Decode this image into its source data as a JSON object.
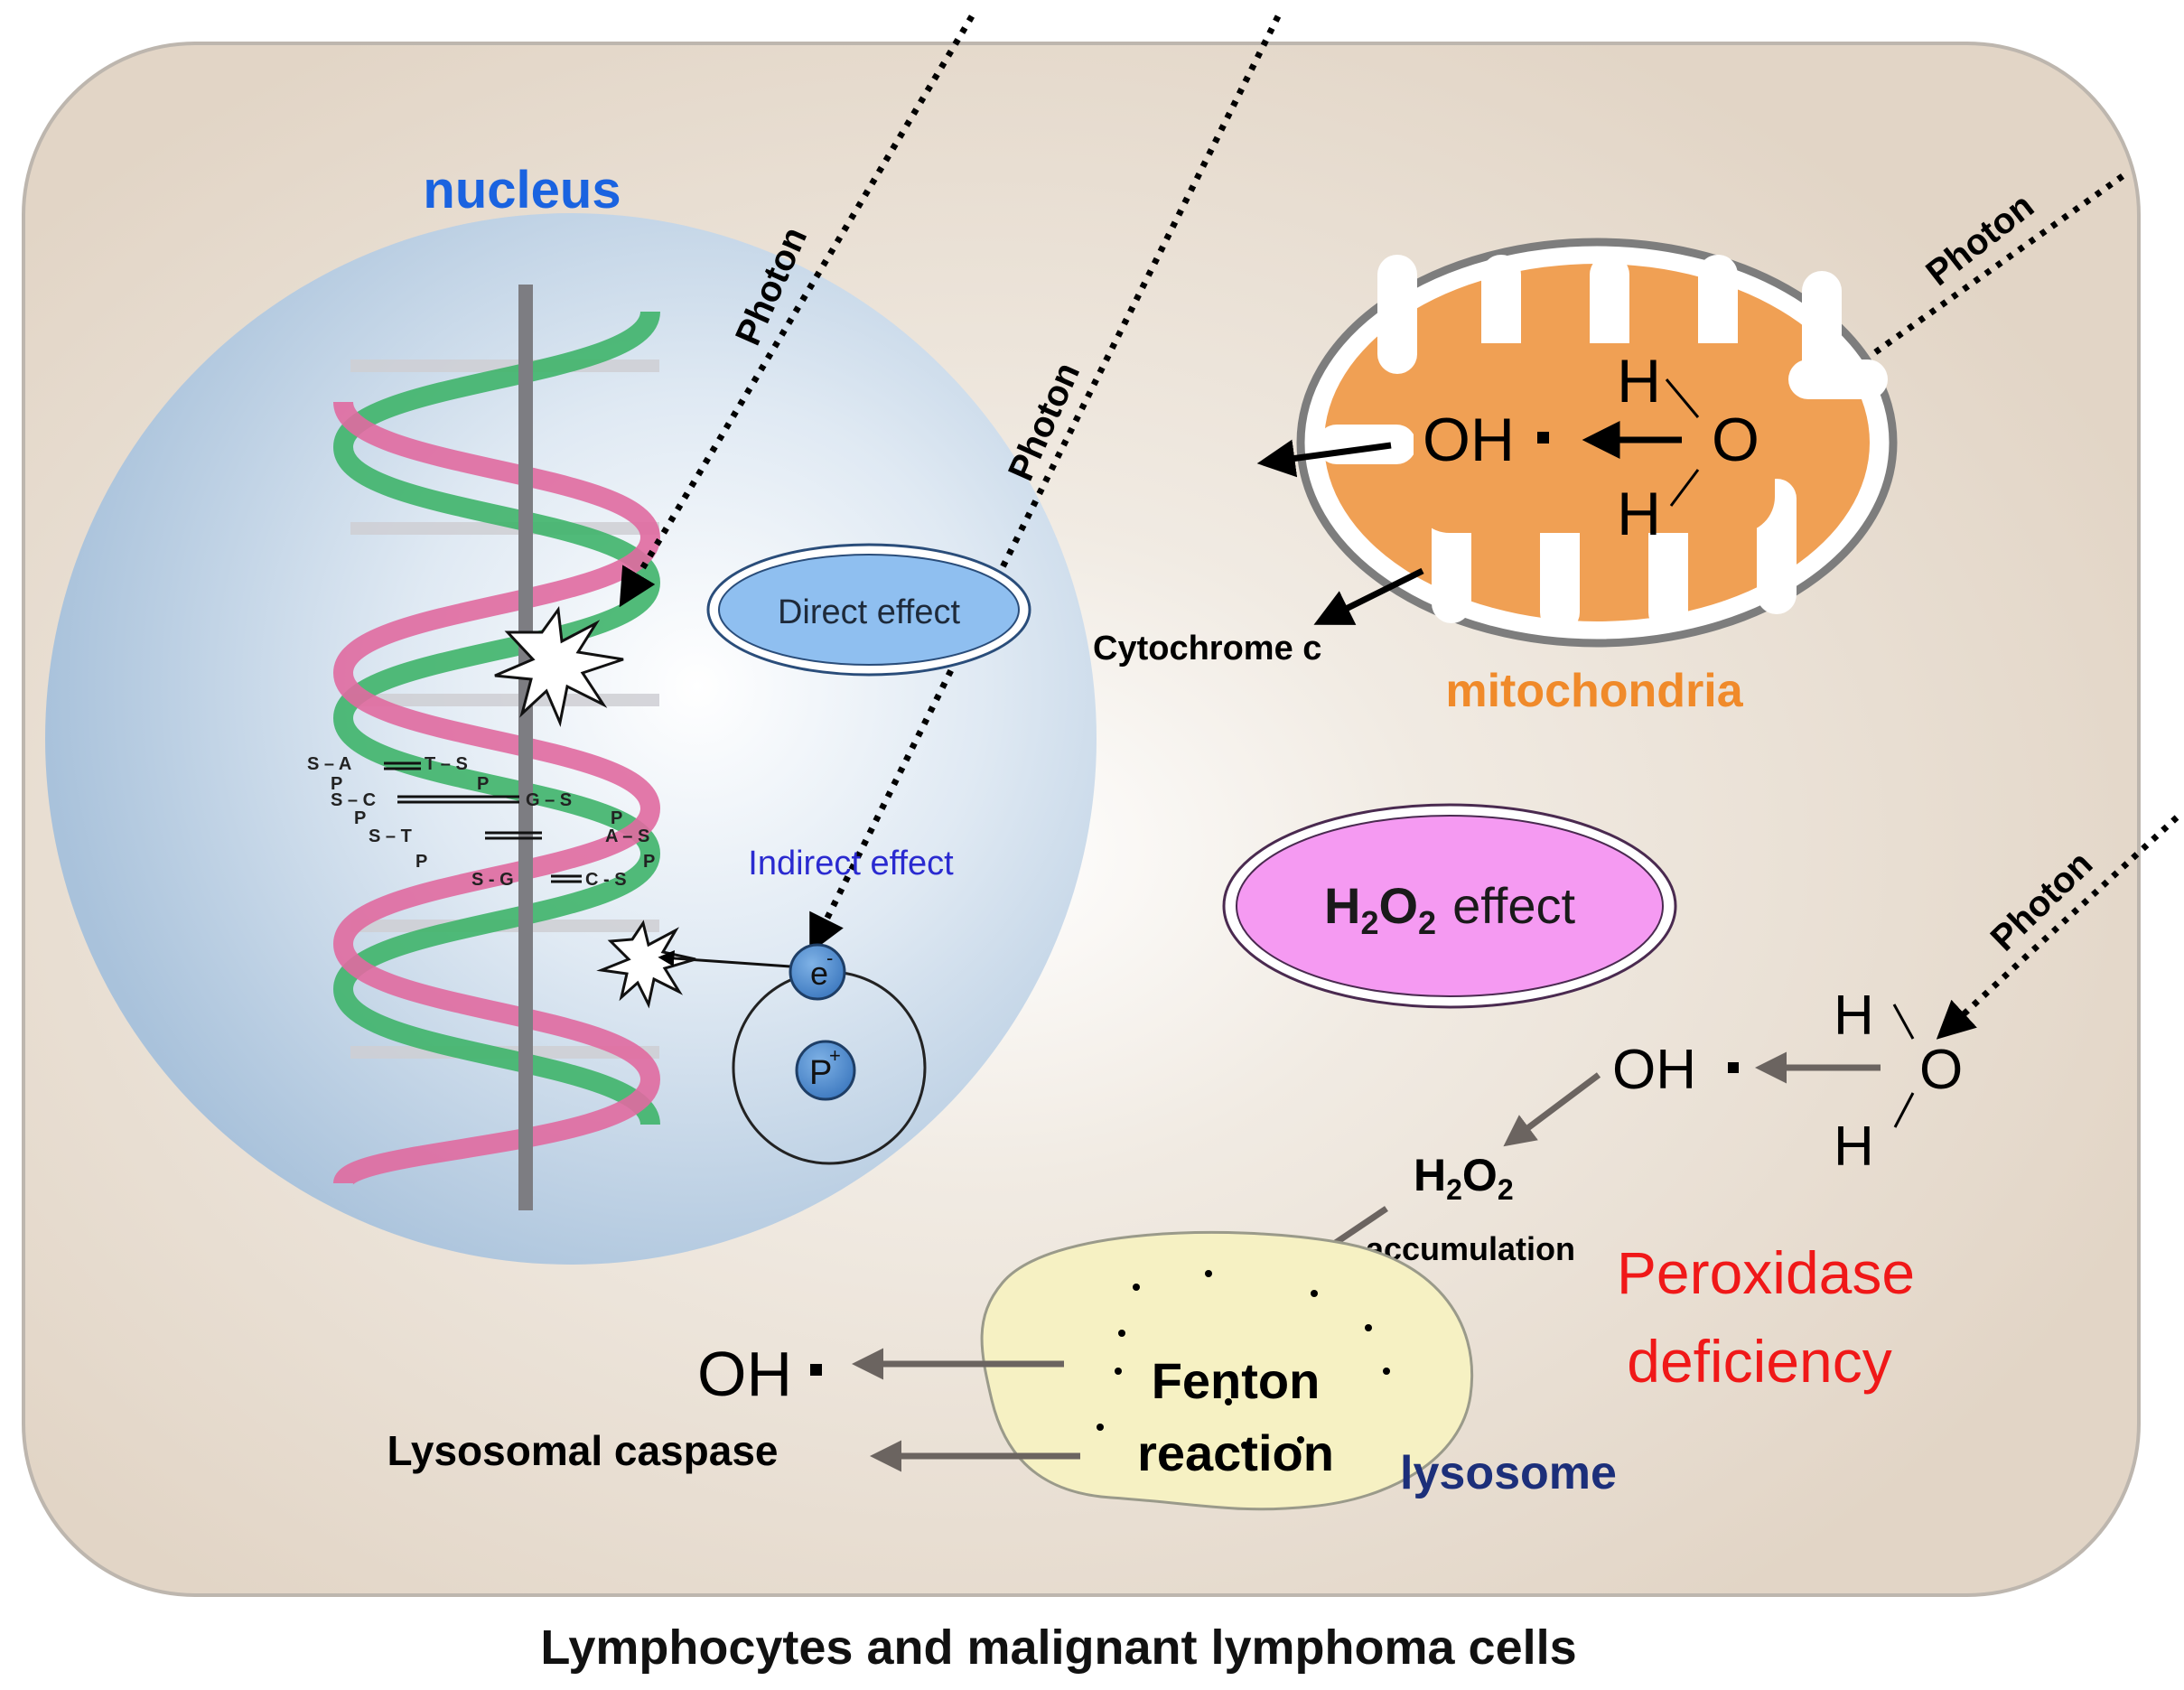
{
  "caption": "Lymphocytes and malignant lymphoma cells",
  "compartments": {
    "nucleus": "nucleus",
    "mitochondria": "mitochondria",
    "lysosome": "lysosome"
  },
  "photon_label": "Photon",
  "effects": {
    "direct": "Direct effect",
    "indirect": "Indirect effect",
    "h2o2_prefix": "H",
    "h2o2_sub1": "2",
    "h2o2_mid": "O",
    "h2o2_sub2": "2",
    "h2o2_suffix": "effect"
  },
  "molecules": {
    "hydroxyl": "OH",
    "radical_dot": "·",
    "hydrogen": "H",
    "oxygen": "O",
    "cytochrome": "Cytochrome c",
    "h2o2_acc_main": "H",
    "h2o2_acc_sub1": "2",
    "h2o2_acc_o": "O",
    "h2o2_acc_sub2": "2",
    "accumulation": "accumulation",
    "lysosomal_caspase": "Lysosomal caspase",
    "fenton_line1": "Fenton",
    "fenton_line2": "reaction"
  },
  "atom": {
    "electron": "e",
    "electron_charge": "-",
    "proton": "P",
    "proton_charge": "+"
  },
  "peroxidase": {
    "line1": "Peroxidase",
    "line2": "deficiency"
  },
  "dna_bases": {
    "r1": "S – A",
    "r1b": "T – S",
    "r2": "S – C",
    "r2b": "G – S",
    "r3": "S – T",
    "r3b": "A – S",
    "r4": "S - G",
    "r4b": "C - S",
    "p": "P"
  },
  "colors": {
    "cell_fill": "#e7dccf",
    "nucleus_fill": "#c9d9ea",
    "dna_green": "#3fb46a",
    "dna_pink": "#e06aa0",
    "mito_orange": "#f0a054",
    "ellipse_blue": "#8fbff0",
    "ellipse_pink": "#f59af2",
    "lysosome_fill": "#f6f1c3",
    "title_blue": "#1a63e0",
    "mito_label": "#f08a2a",
    "lyso_label": "#1c2f7a",
    "red": "#f01818",
    "indirect_blue": "#2a2ad0"
  }
}
